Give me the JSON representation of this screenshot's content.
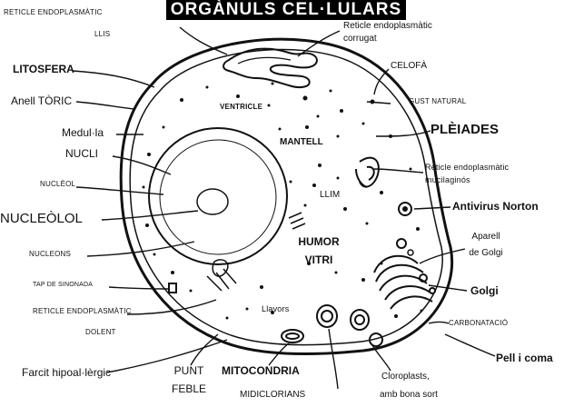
{
  "title": "ORGÀNULS CEL·LULARS",
  "labels": {
    "reticle_llis_1": "RETICLE ENDOPLASMÀTIC",
    "reticle_llis_2": "LLIS",
    "reticle_corrugat_1": "Reticle endoplasmàtic",
    "reticle_corrugat_2": "corrugat",
    "celofa": "CELOFÀ",
    "litosfera": "LITOSFERA",
    "gust_natural": "GUST NATURAL",
    "anell_toric": "Anell TÒRIC",
    "pleiades": "PLÈIADES",
    "medulla": "Medul·la",
    "nucli": "NUCLI",
    "reticle_mucilaginos_1": "Reticle endoplasmàtic",
    "reticle_mucilaginos_2": "mucilaginós",
    "nucleol": "NUCLÈOL",
    "antivirus": "Antivirus Norton",
    "nucleolol": "NUCLEÒLOL",
    "aparell_golgi_1": "Aparell",
    "aparell_golgi_2": "de Golgi",
    "nucleons": "NUCLEONS",
    "golgi": "Golgi",
    "tap_sinonada": "TAP DE SINONADA",
    "reticle_dolent_1": "RETICLE ENDOPLASMÀTIC",
    "reticle_dolent_2": "DOLENT",
    "carbonatacio": "CARBONATACIÓ",
    "pell_coma": "Pell i coma",
    "farcit": "Farcit hipoal·lèrgic",
    "punt_feble_1": "PUNT",
    "punt_feble_2": "FEBLE",
    "mitocondria": "MITOCONDRIA",
    "midiclorians": "MIDICLORIANS",
    "cloroplasts_1": "Cloroplasts,",
    "cloroplasts_2": "amb bona sort",
    "ventricle": "VENTRICLE",
    "mantell": "MANTELL",
    "llim": "LLIM",
    "humor_vitri_1": "HUMOR",
    "humor_vitri_2": "VITRI",
    "llavors": "Llavors"
  }
}
